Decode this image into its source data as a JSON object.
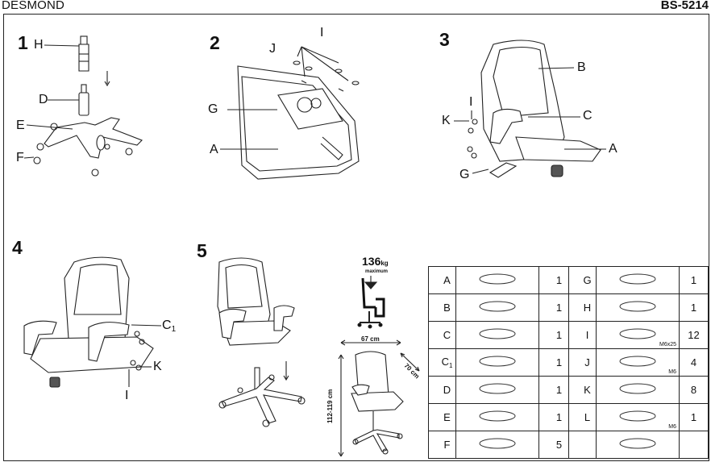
{
  "header": {
    "model_name": "DESMOND",
    "product_code": "BS-5214"
  },
  "steps": [
    {
      "number": "1",
      "labels": [
        "H",
        "D",
        "E",
        "F"
      ]
    },
    {
      "number": "2",
      "labels": [
        "J",
        "I",
        "G",
        "A"
      ]
    },
    {
      "number": "3",
      "labels": [
        "B",
        "I",
        "K",
        "C",
        "A",
        "G"
      ]
    },
    {
      "number": "4",
      "labels": [
        "C1",
        "K",
        "I"
      ]
    },
    {
      "number": "5"
    }
  ],
  "specs": {
    "max_load": "136",
    "max_load_unit": "kg",
    "max_load_caption": "maximum",
    "width": "67 cm",
    "depth": "70 cm",
    "height": "112-119 cm"
  },
  "parts_table": [
    {
      "left": {
        "letter": "A",
        "qty": "1"
      },
      "right": {
        "letter": "G",
        "qty": "1",
        "note": ""
      }
    },
    {
      "left": {
        "letter": "B",
        "qty": "1"
      },
      "right": {
        "letter": "H",
        "qty": "1",
        "note": ""
      }
    },
    {
      "left": {
        "letter": "C",
        "qty": "1"
      },
      "right": {
        "letter": "I",
        "qty": "12",
        "note": "M6x25"
      }
    },
    {
      "left": {
        "letter": "C",
        "letter_sub": "1",
        "qty": "1"
      },
      "right": {
        "letter": "J",
        "qty": "4",
        "note": "M6"
      }
    },
    {
      "left": {
        "letter": "D",
        "qty": "1"
      },
      "right": {
        "letter": "K",
        "qty": "8",
        "note": ""
      }
    },
    {
      "left": {
        "letter": "E",
        "qty": "1"
      },
      "right": {
        "letter": "L",
        "qty": "1",
        "note": "M6"
      }
    },
    {
      "left": {
        "letter": "F",
        "qty": "5"
      },
      "right": {
        "letter": "",
        "qty": "",
        "note": ""
      }
    }
  ]
}
